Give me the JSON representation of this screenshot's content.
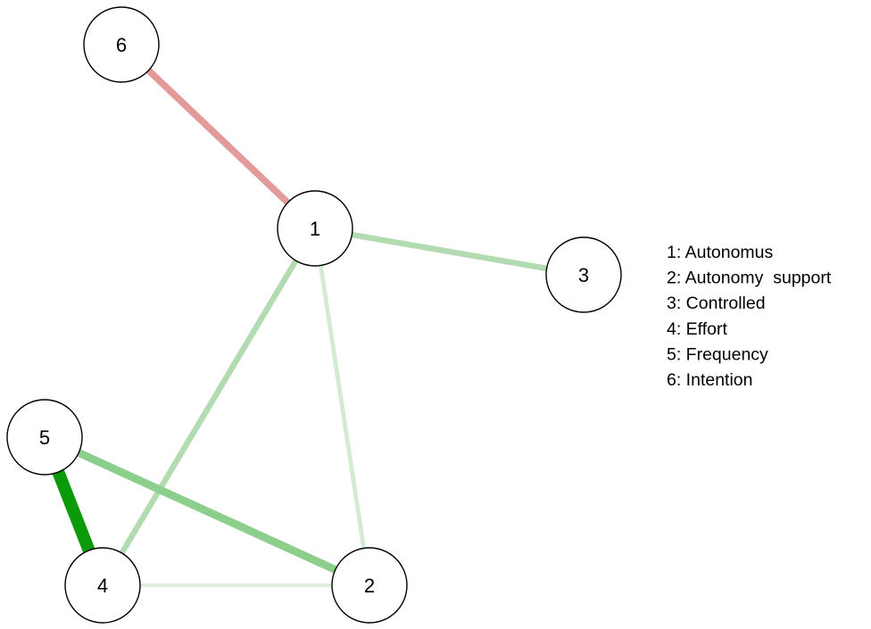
{
  "nodes": [
    {
      "id": "1",
      "label": "1"
    },
    {
      "id": "2",
      "label": "2"
    },
    {
      "id": "3",
      "label": "3"
    },
    {
      "id": "4",
      "label": "4"
    },
    {
      "id": "5",
      "label": "5"
    },
    {
      "id": "6",
      "label": "6"
    }
  ],
  "edges": [
    {
      "from": "6",
      "to": "1",
      "sign": "negative",
      "strength": 0.45,
      "color": "#e39a9a"
    },
    {
      "from": "1",
      "to": "3",
      "sign": "positive",
      "strength": 0.35,
      "color": "#b2dbb2"
    },
    {
      "from": "1",
      "to": "4",
      "sign": "positive",
      "strength": 0.35,
      "color": "#b2dbb2"
    },
    {
      "from": "1",
      "to": "2",
      "sign": "positive",
      "strength": 0.2,
      "color": "#d3ebd3"
    },
    {
      "from": "5",
      "to": "2",
      "sign": "positive",
      "strength": 0.55,
      "color": "#8ccf8c"
    },
    {
      "from": "5",
      "to": "4",
      "sign": "positive",
      "strength": 1.0,
      "color": "#0a9a0a"
    },
    {
      "from": "4",
      "to": "2",
      "sign": "positive",
      "strength": 0.15,
      "color": "#deefde"
    }
  ],
  "legend": [
    "1: Autonomus",
    "2: Autonomy  support",
    "3: Controlled",
    "4: Effort",
    "5: Frequency",
    "6: Intention"
  ]
}
